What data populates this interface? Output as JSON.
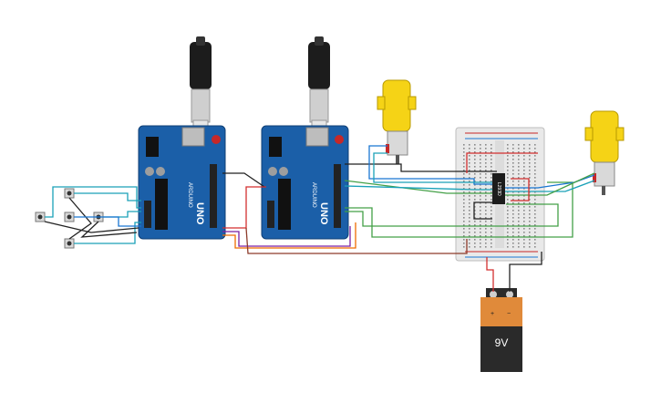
{
  "components": {
    "arduino_1": {
      "brand": "UNO",
      "model_text": "ARDUINO"
    },
    "arduino_2": {
      "brand": "UNO",
      "model_text": "ARDUINO"
    },
    "motor_driver_chip": {
      "label": "L293D"
    },
    "battery": {
      "label": "9V",
      "plus": "+",
      "minus": "−"
    }
  },
  "buttons": [
    "button-1",
    "button-2",
    "button-3",
    "button-4",
    "button-5"
  ],
  "wire_colors": {
    "red": "#d32f2f",
    "black": "#222222",
    "blue": "#1976d2",
    "teal": "#1aa1b8",
    "green": "#43a047",
    "orange": "#ef6c00",
    "purple": "#7b1fa2",
    "brown": "#8d3b2a",
    "board": "#1b5fa8",
    "motor": "#f5d316"
  }
}
